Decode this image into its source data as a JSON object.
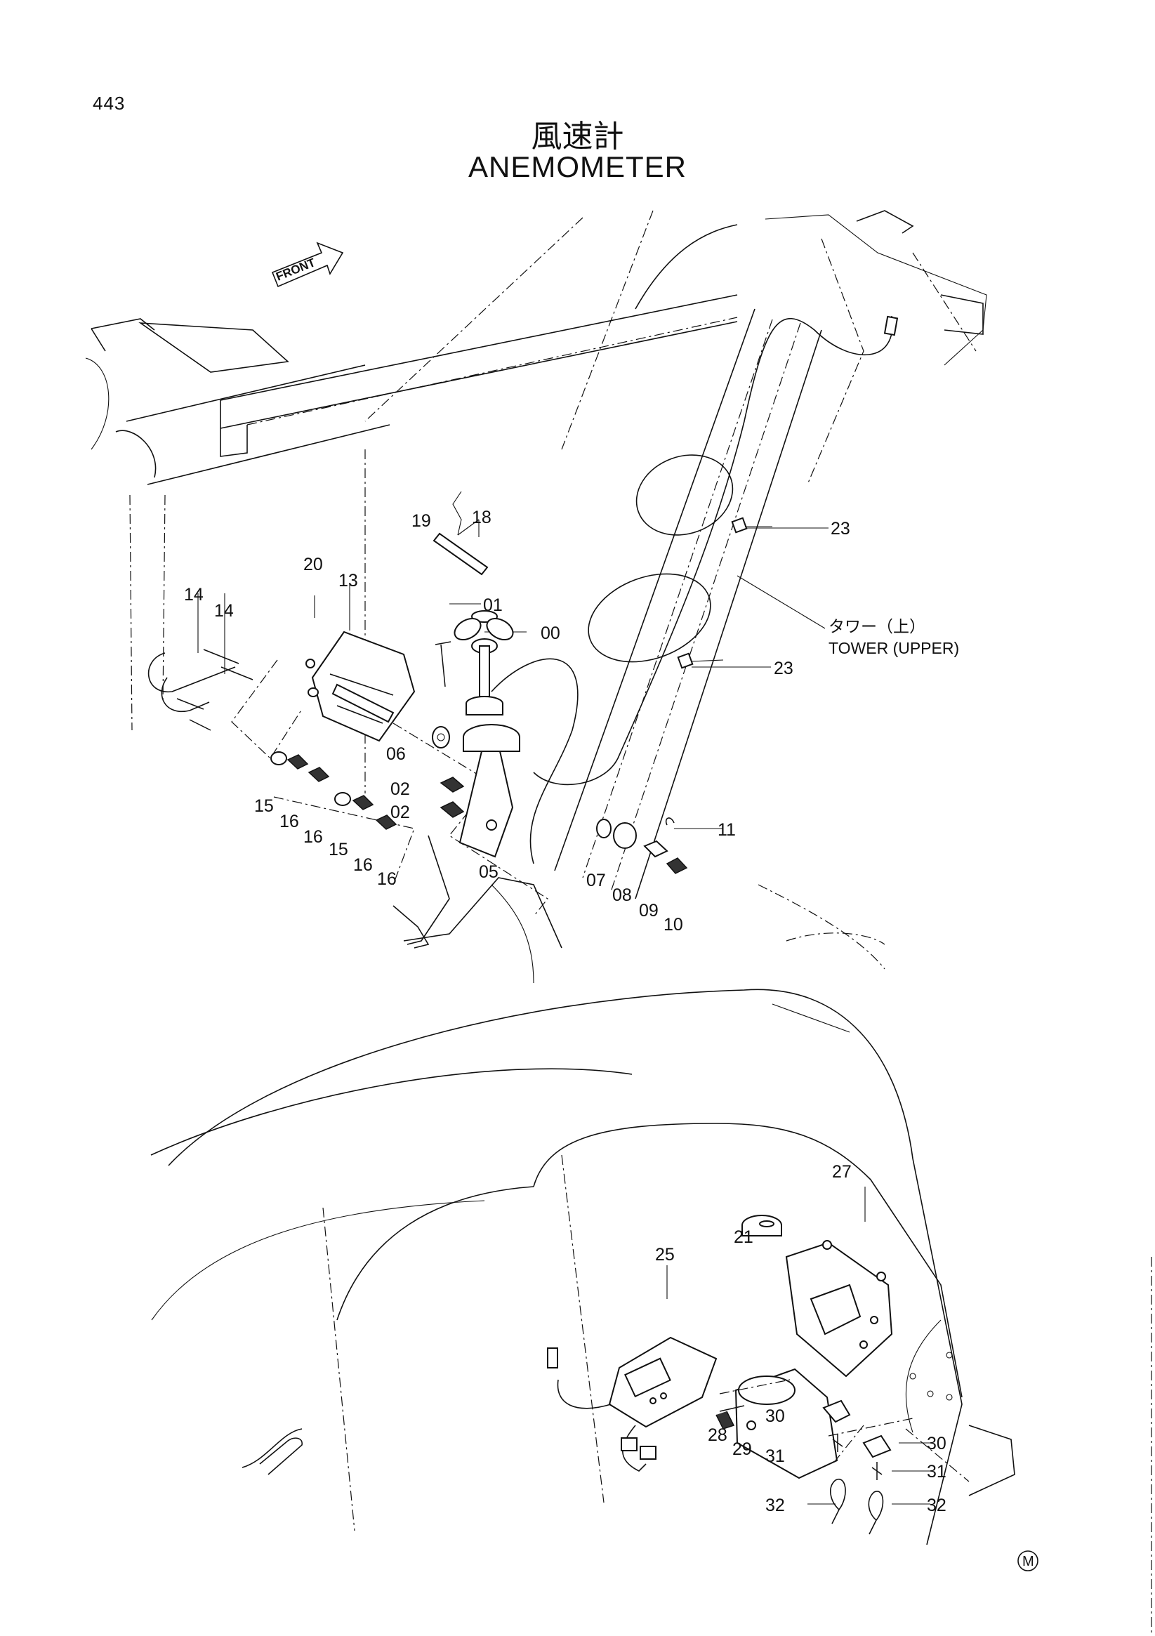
{
  "page": {
    "number": "443",
    "title_ja": "風速計",
    "title_en": "ANEMOMETER"
  },
  "drawing": {
    "front_label": "FRONT",
    "tower_label_ja": "タワー（上）",
    "tower_label_en": "TOWER (UPPER)",
    "mark": "M",
    "callouts": {
      "c00": "00",
      "c01": "01",
      "c02a": "02",
      "c02b": "02",
      "c05": "05",
      "c06": "06",
      "c07": "07",
      "c08": "08",
      "c09": "09",
      "c10": "10",
      "c11": "11",
      "c13": "13",
      "c14a": "14",
      "c14b": "14",
      "c15a": "15",
      "c15b": "15",
      "c16a": "16",
      "c16b": "16",
      "c16c": "16",
      "c16d": "16",
      "c18": "18",
      "c19": "19",
      "c20": "20",
      "c21": "21",
      "c23a": "23",
      "c23b": "23",
      "c25": "25",
      "c27": "27",
      "c28": "28",
      "c29": "29",
      "c30a": "30",
      "c30b": "30",
      "c31a": "31",
      "c31b": "31",
      "c32a": "32",
      "c32b": "32"
    }
  }
}
